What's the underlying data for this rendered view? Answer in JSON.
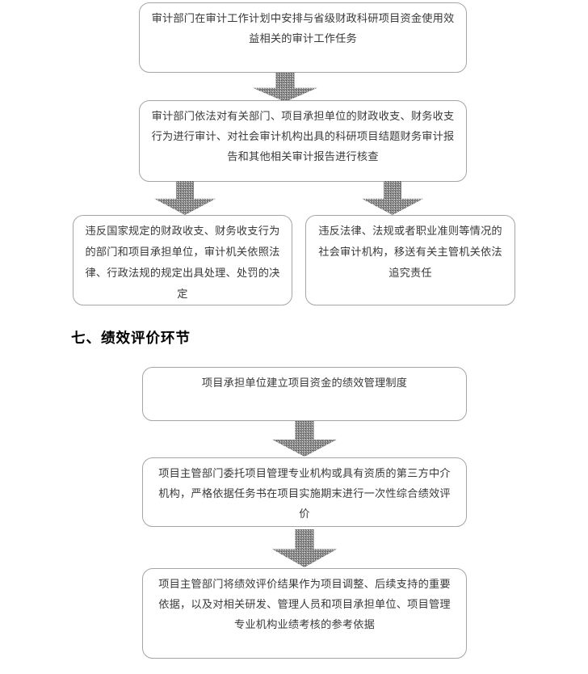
{
  "document": {
    "type": "flowchart-page",
    "language": "zh-CN"
  },
  "sections": [
    {
      "id": "audit-section",
      "heading": "",
      "nodes": [
        {
          "id": "audit-node-1",
          "text": "审计部门在审计工作计划中安排与省级财政科研项目资金使用效益相关的审计工作任务"
        },
        {
          "id": "audit-node-2",
          "text": "审计部门依法对有关部门、项目承担单位的财政收支、财务收支行为进行审计、对社会审计机构出具的科研项目结题财务审计报告和其他相关审计报告进行核查"
        },
        {
          "id": "audit-node-3-left",
          "text": "违反国家规定的财政收支、财务收支行为的部门和项目承担单位，审计机关依照法律、行政法规的规定出具处理、处罚的决定"
        },
        {
          "id": "audit-node-3-right",
          "text": "违反法律、法规或者职业准则等情况的社会审计机构，移送有关主管机关依法追究责任"
        }
      ]
    },
    {
      "id": "performance-section",
      "heading": "七、绩效评价环节",
      "nodes": [
        {
          "id": "perf-node-1",
          "text": "项目承担单位建立项目资金的绩效管理制度"
        },
        {
          "id": "perf-node-2",
          "text": "项目主管部门委托项目管理专业机构或具有资质的第三方中介机构，严格依据任务书在项目实施期末进行一次性综合绩效评价"
        },
        {
          "id": "perf-node-3",
          "text": "项目主管部门将绩效评价结果作为项目调整、后续支持的重要依据，以及对相关研发、管理人员和项目承担单位、项目管理专业机构业绩考核的参考依据"
        }
      ]
    }
  ],
  "connectors": [
    {
      "id": "arrow-1",
      "from": "audit-node-1",
      "to": "audit-node-2",
      "direction": "down"
    },
    {
      "id": "arrow-2",
      "from": "audit-node-2",
      "to": "audit-node-3-left",
      "direction": "down"
    },
    {
      "id": "arrow-3",
      "from": "audit-node-2",
      "to": "audit-node-3-right",
      "direction": "down"
    },
    {
      "id": "arrow-4",
      "from": "perf-node-1",
      "to": "perf-node-2",
      "direction": "down"
    },
    {
      "id": "arrow-5",
      "from": "perf-node-2",
      "to": "perf-node-3",
      "direction": "down"
    }
  ],
  "colors": {
    "box_border": "#a5a5a5",
    "box_fill": "#ffffff",
    "box_text": "#3a3a3a",
    "arrow_fill": "#8c8c8c",
    "heading_text": "#000000",
    "page_background": "#ffffff"
  }
}
